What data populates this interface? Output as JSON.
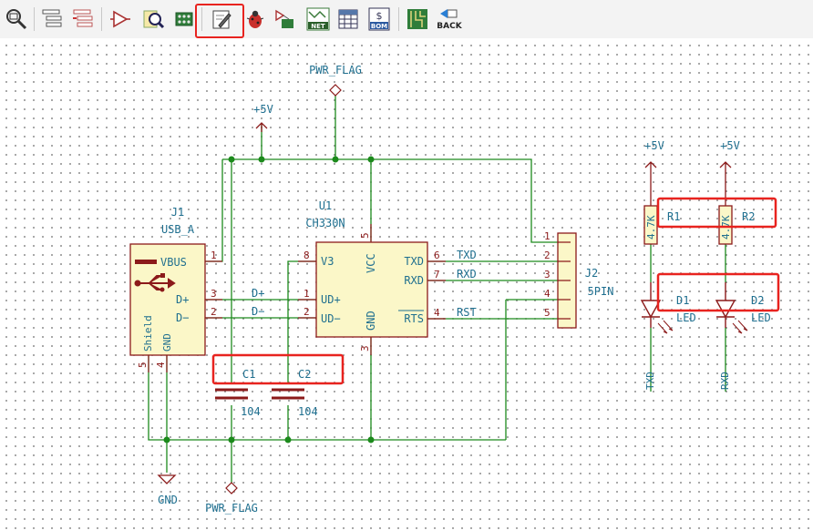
{
  "toolbar": {
    "icons": [
      "zoom-fit-icon",
      "hierarchy-icon",
      "hierarchy-nav-icon",
      "symbol-editor-icon",
      "library-browser-icon",
      "footprint-editor-icon",
      "annotate-icon",
      "erc-icon",
      "footprint-assign-icon",
      "netlist-icon",
      "bom-table-icon",
      "bom-icon",
      "pcbnew-icon",
      "back-icon"
    ],
    "netlist_label": "NET",
    "bom_label": "BOM",
    "back_label": "BACK"
  },
  "schematic": {
    "pwr_flag_top": "PWR_FLAG",
    "pwr_flag_bottom": "PWR_FLAG",
    "vcc_main": "+5V",
    "vcc_r1": "+5V",
    "vcc_r2": "+5V",
    "gnd": "GND",
    "j1": {
      "ref": "J1",
      "value": "USB_A",
      "pin_vbus": "VBUS",
      "pin_dp": "D+",
      "pin_dm": "D−",
      "pin_shield": "Shield",
      "pin_gnd": "GND",
      "num_1": "1",
      "num_2": "2",
      "num_3": "3",
      "num_4": "4",
      "num_5": "5"
    },
    "u1": {
      "ref": "U1",
      "value": "CH330N",
      "pin_v3": "V3",
      "pin_udp": "UD+",
      "pin_udm": "UD−",
      "pin_txd": "TXD",
      "pin_rxd": "RXD",
      "pin_rts": "RTS",
      "pin_vcc": "VCC",
      "pin_gnd": "GND",
      "num_8": "8",
      "num_1": "1",
      "num_2": "2",
      "num_6": "6",
      "num_7": "7",
      "num_4": "4",
      "num_5": "5",
      "num_3": "3"
    },
    "j2": {
      "ref": "J2",
      "value": "5PIN",
      "num_1": "1",
      "num_2": "2",
      "num_3": "3",
      "num_4": "4",
      "num_5": "5"
    },
    "nets": {
      "dp": "D+",
      "dm": "D−",
      "txd": "TXD",
      "rxd": "RXD",
      "rst": "RST"
    },
    "c1": {
      "ref": "C1",
      "value": "104"
    },
    "c2": {
      "ref": "C2",
      "value": "104"
    },
    "r1": {
      "ref": "R1",
      "value": "4.7K"
    },
    "r2": {
      "ref": "R2",
      "value": "4.7K"
    },
    "d1": {
      "ref": "D1",
      "value": "LED",
      "net": "TXD"
    },
    "d2": {
      "ref": "D2",
      "value": "LED",
      "net": "RXD"
    }
  },
  "colors": {
    "wire": "#1c8a1c",
    "component": "#8b1a1a",
    "body": "#fbf7c8",
    "text": "#1f6f8f",
    "highlight": "#e8231f"
  }
}
